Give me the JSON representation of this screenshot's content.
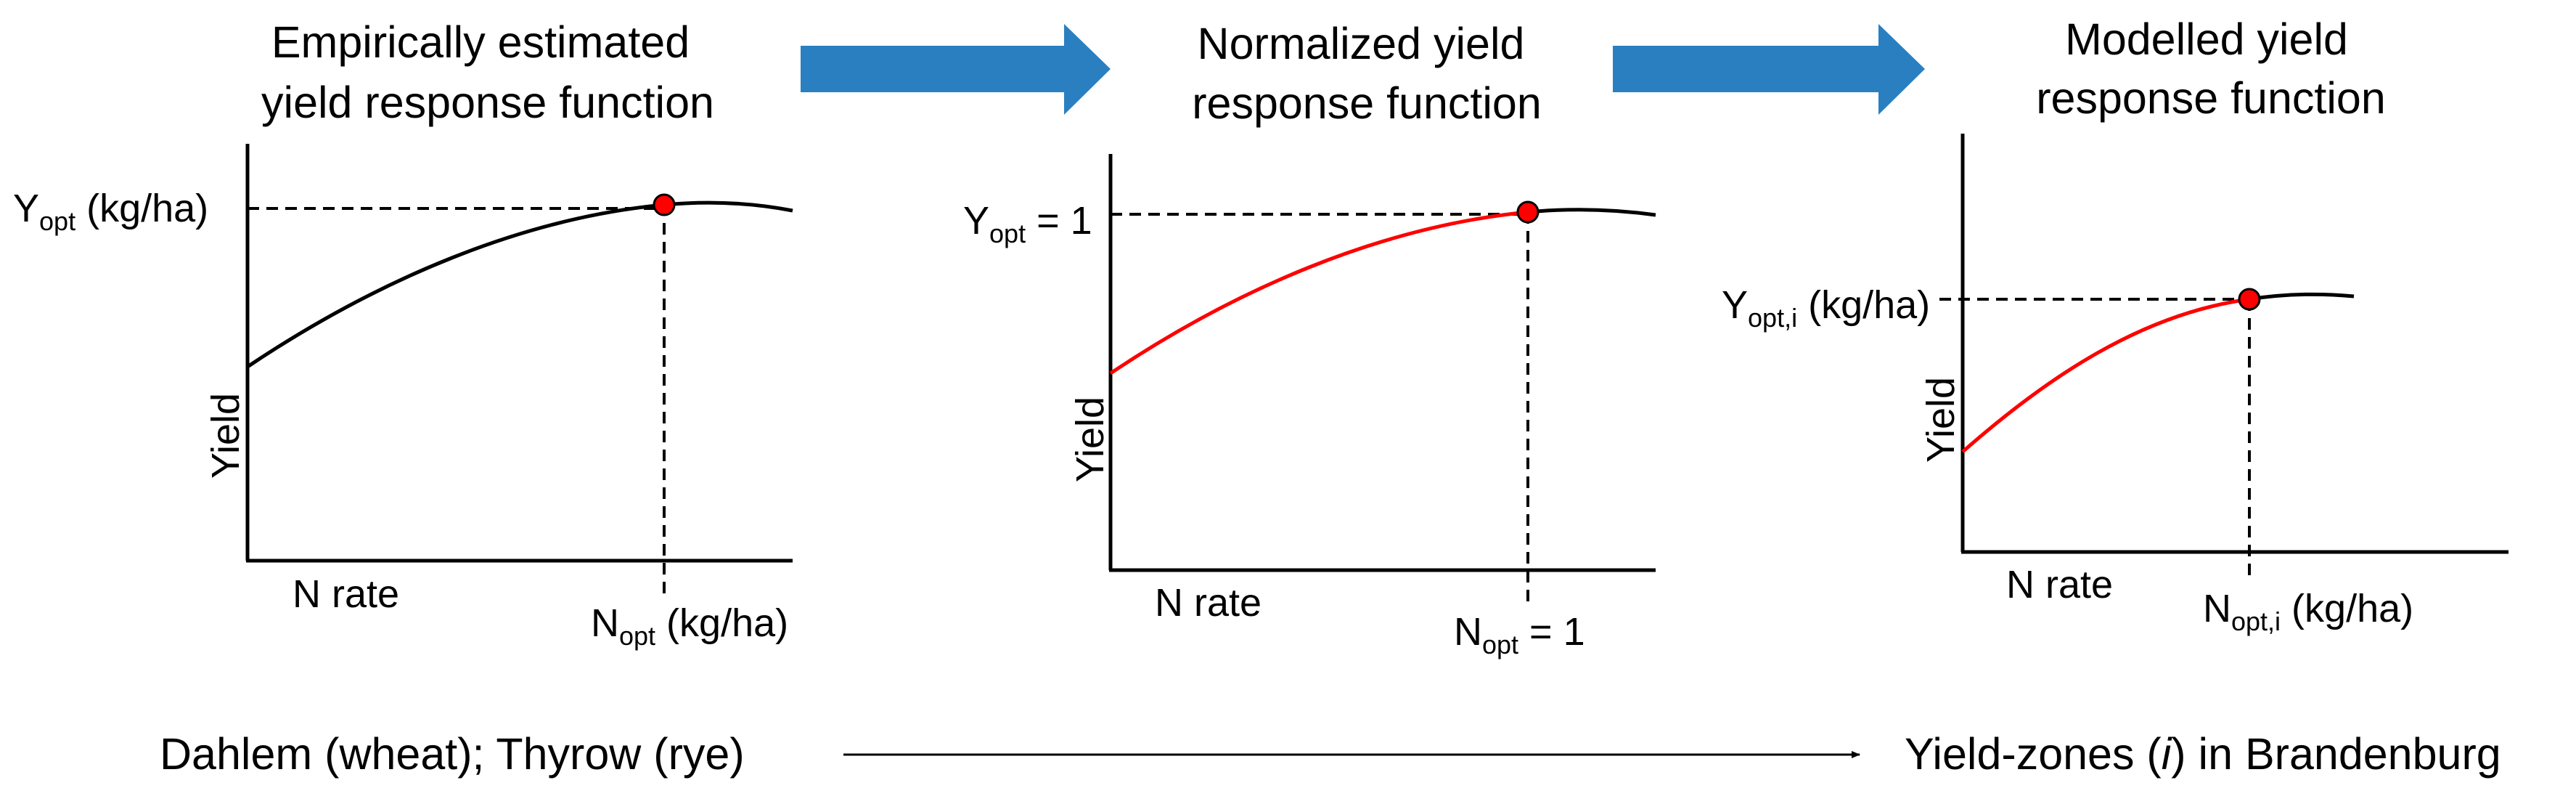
{
  "panels": [
    {
      "title_lines": [
        "Empirically estimated",
        "yield response function"
      ],
      "y_axis_label": "Yield",
      "x_axis_label": "N rate",
      "y_opt": {
        "main": "Y",
        "sub": "opt",
        "rest": " (kg/ha)"
      },
      "n_opt": {
        "main": "N",
        "sub": "opt",
        "rest": " (kg/ha)"
      },
      "colors": {
        "rising_curve": "#000000",
        "plateau_curve": "#000000",
        "optimum_point": "#ff0000"
      }
    },
    {
      "title_lines": [
        "Normalized yield",
        "response function"
      ],
      "y_axis_label": "Yield",
      "x_axis_label": "N rate",
      "y_opt": {
        "main": "Y",
        "sub": "opt",
        "rest": " = 1"
      },
      "n_opt": {
        "main": "N",
        "sub": "opt",
        "rest": " = 1"
      },
      "colors": {
        "rising_curve": "#ff0000",
        "plateau_curve": "#000000",
        "optimum_point": "#ff0000"
      }
    },
    {
      "title_lines": [
        "Modelled yield",
        "response function"
      ],
      "y_axis_label": "Yield",
      "x_axis_label": "N rate",
      "y_opt": {
        "main": "Y",
        "sub": "opt,i",
        "rest": " (kg/ha)"
      },
      "n_opt": {
        "main": "N",
        "sub": "opt,i",
        "rest": " (kg/ha)"
      },
      "colors": {
        "rising_curve": "#ff0000",
        "plateau_curve": "#000000",
        "optimum_point": "#ff0000"
      }
    }
  ],
  "bottom": {
    "left": "Dahlem (wheat); Thyrow (rye)",
    "right_before": "Yield-zones (",
    "right_italic": "i",
    "right_after": ") in Brandenburg"
  },
  "arrow_color": "#2a7fc1"
}
